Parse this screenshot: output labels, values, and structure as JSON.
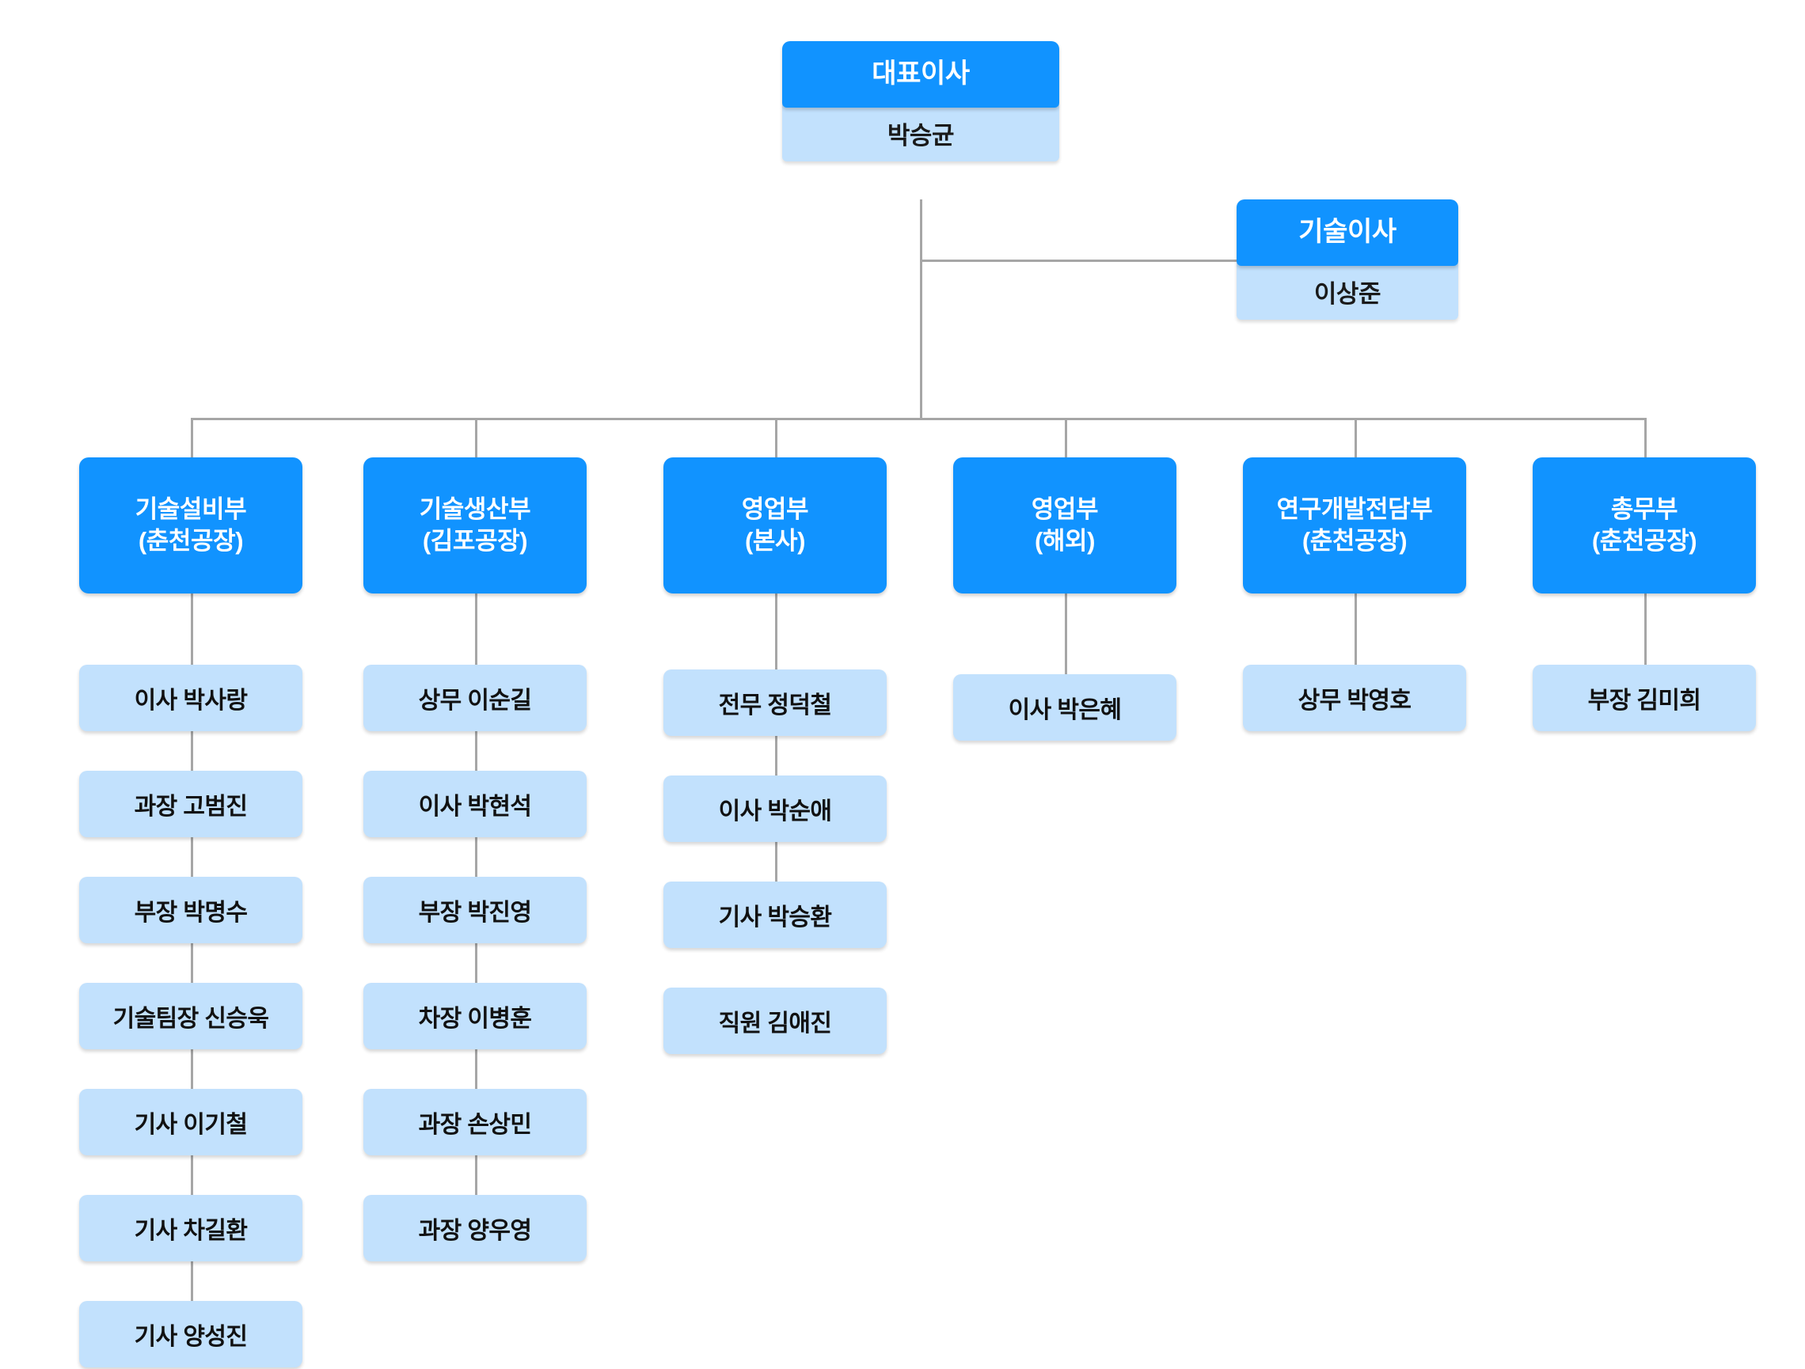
{
  "colors": {
    "header_blue": "#1193ff",
    "pale_blue": "#c2e1fd",
    "line_gray": "#a6a6a6",
    "header_text": "#ffffff",
    "body_text": "#1a1a1a",
    "background": "#ffffff"
  },
  "ceo": {
    "title": "대표이사",
    "name": "박승균"
  },
  "cto": {
    "title": "기술이사",
    "name": "이상준"
  },
  "departments": [
    {
      "title_line1": "기술설비부",
      "title_line2": "(춘천공장)",
      "staff": [
        "이사 박사랑",
        "과장 고범진",
        "부장 박명수",
        "기술팀장 신승욱",
        "기사 이기철",
        "기사 차길환",
        "기사 양성진"
      ]
    },
    {
      "title_line1": "기술생산부",
      "title_line2": "(김포공장)",
      "staff": [
        "상무 이순길",
        "이사 박현석",
        "부장 박진영",
        "차장 이병훈",
        "과장 손상민",
        "과장 양우영"
      ]
    },
    {
      "title_line1": "영업부",
      "title_line2": "(본사)",
      "staff": [
        "전무 정덕철",
        "이사 박순애",
        "기사 박승환",
        "직원 김애진"
      ]
    },
    {
      "title_line1": "영업부",
      "title_line2": "(해외)",
      "staff": [
        "이사 박은혜"
      ]
    },
    {
      "title_line1": "연구개발전담부",
      "title_line2": "(춘천공장)",
      "staff": [
        "상무 박영호"
      ]
    },
    {
      "title_line1": "총무부",
      "title_line2": "(춘천공장)",
      "staff": [
        "부장 김미희"
      ]
    }
  ]
}
